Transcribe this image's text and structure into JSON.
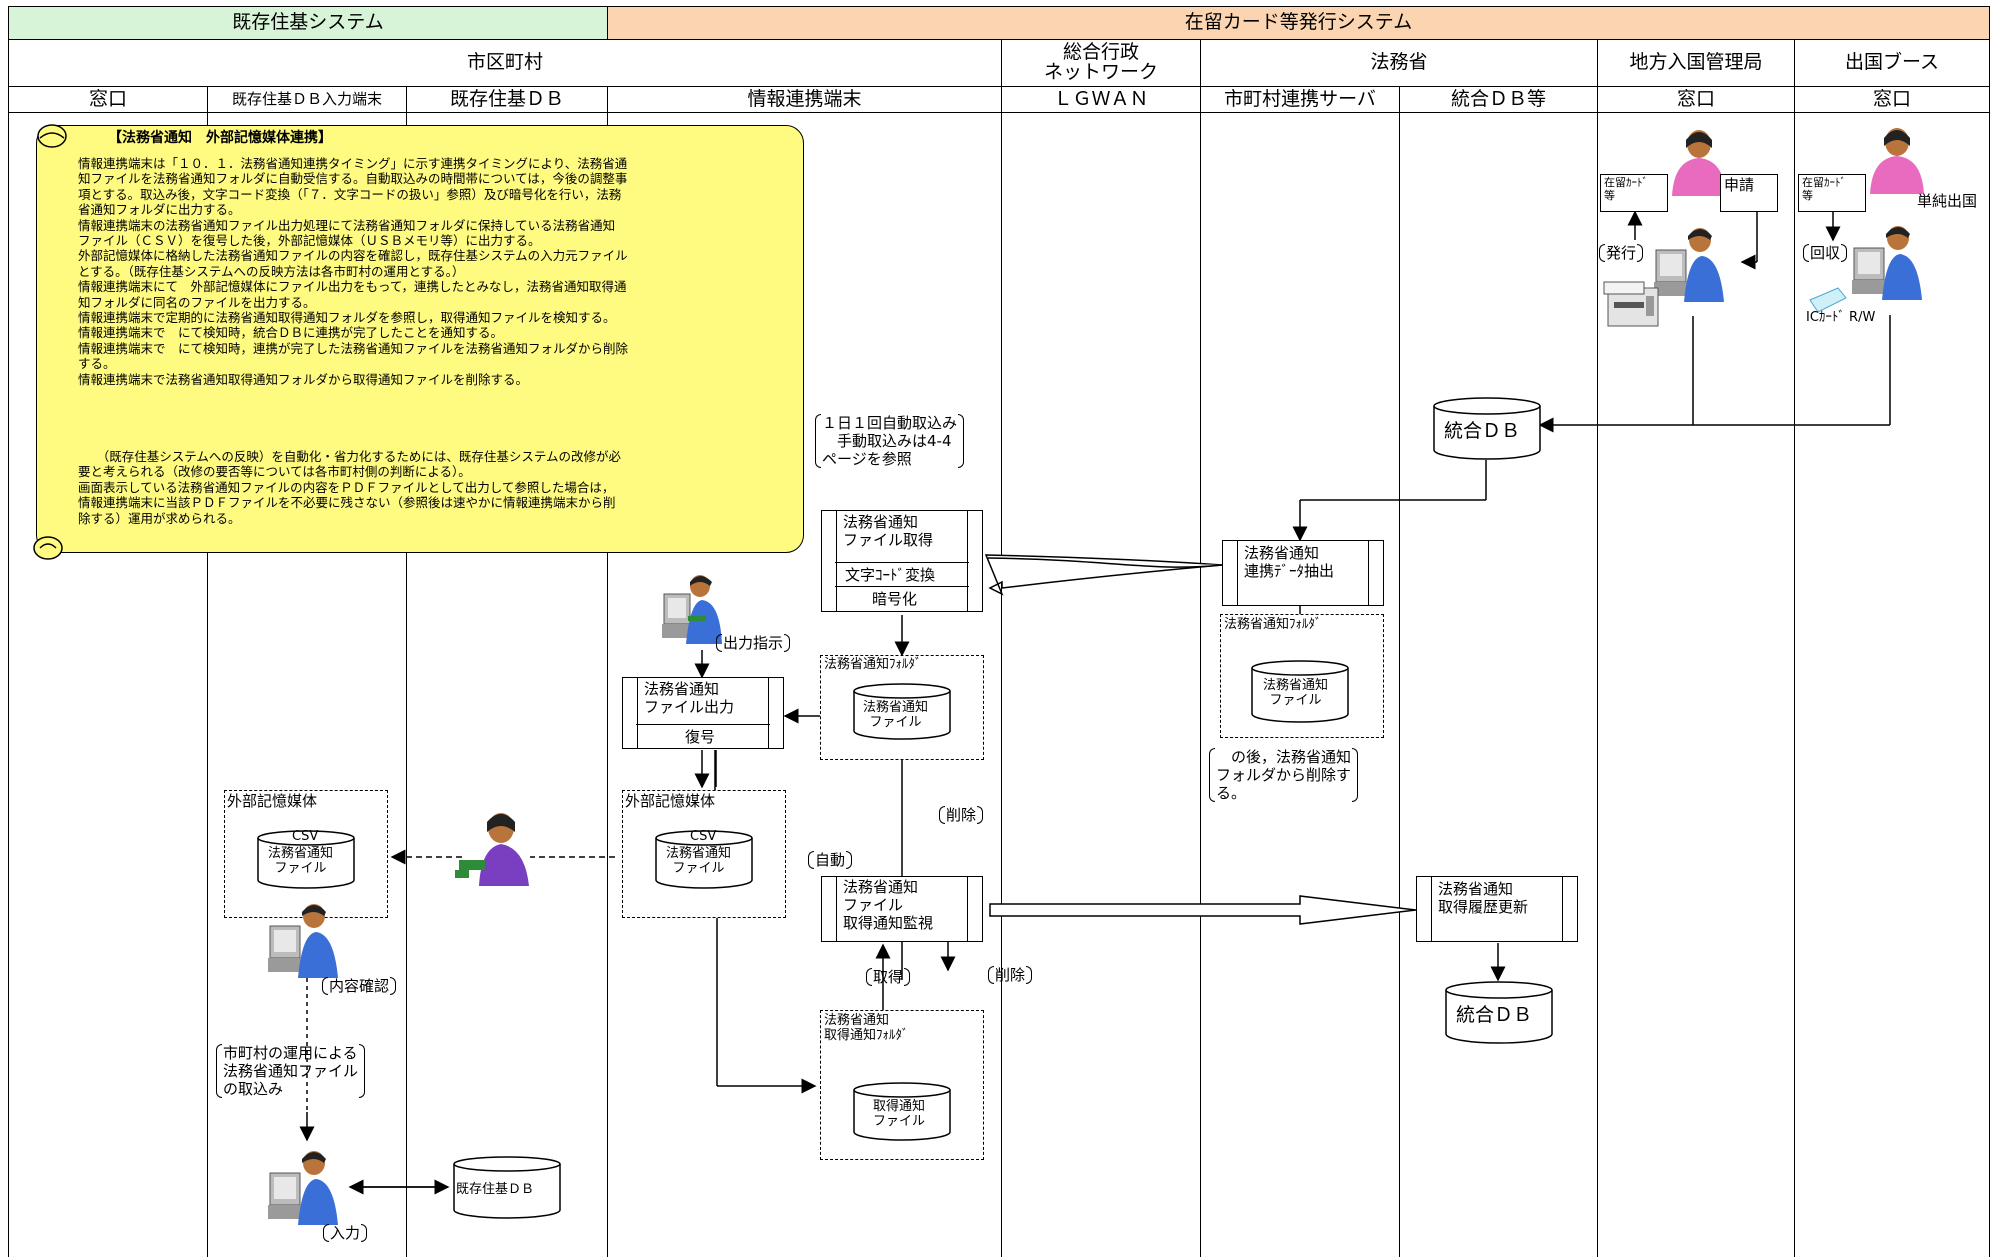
{
  "header": {
    "existing_system": "既存住基システム",
    "card_system": "在留カード等発行システム",
    "municipality": "市区町村",
    "lgwan_org": "総合行政\nネットワーク",
    "moj": "法務省",
    "regional_bureau": "地方入国管理局",
    "departure_booth": "出国ブース"
  },
  "lanes": {
    "madoguchi": "窓口",
    "input_terminal": "既存住基ＤＢ入力端末",
    "existing_db": "既存住基ＤＢ",
    "info_terminal": "情報連携端末",
    "lgwan": "ＬＧＷＡＮ",
    "link_server": "市町村連携サーバ",
    "integrated_db_etc": "統合ＤＢ等",
    "bureau_window": "窓口",
    "booth_window": "窓口"
  },
  "note": {
    "title": "【法務省通知　外部記憶媒体連携】",
    "body": "情報連携端末は「１０．１．法務省通知連携タイミング」に示す連携タイミングにより、法務省通\n知ファイルを法務省通知フォルダに自動受信する。自動取込みの時間帯については，今後の調整事\n項とする。取込み後，文字コード変換（「７．文字コードの扱い」参照）及び暗号化を行い，法務\n省通知フォルダに出力する。\n情報連携端末の法務省通知ファイル出力処理にて法務省通知フォルダに保持している法務省通知\nファイル（ＣＳＶ）を復号した後，外部記憶媒体（ＵＳＢメモリ等）に出力する。\n外部記憶媒体に格納した法務省通知ファイルの内容を確認し，既存住基システムの入力元ファイル\nとする。（既存住基システムへの反映方法は各市町村の運用とする。）\n情報連携端末にて　外部記憶媒体にファイル出力をもって，連携したとみなし，法務省通知取得通\n知フォルダに同名のファイルを出力する。\n情報連携端末で定期的に法務省通知取得通知フォルダを参照し，取得通知ファイルを検知する。\n情報連携端末で　にて検知時，統合ＤＢに連携が完了したことを通知する。\n情報連携端末で　にて検知時，連携が完了した法務省通知ファイルを法務省通知フォルダから削除\nする。\n情報連携端末で法務省通知取得通知フォルダから取得通知ファイルを削除する。",
    "body2": "　　（既存住基システムへの反映）を自動化・省力化するためには、既存住基システムの改修が必\n要と考えられる（改修の要否等については各市町村側の判断による）。\n画面表示している法務省通知ファイルの内容をＰＤＦファイルとして出力して参照した場合は，\n情報連携端末に当該ＰＤＦファイルを不必要に残さない（参照後は速やかに情報連携端末から削\n除する）運用が求められる。"
  },
  "labels": {
    "daily_auto": "１日１回自動取込み\n　手動取込みは4-4\nページを参照",
    "moj_file_get": "法務省通知\nファイル取得",
    "char_convert": "文字ｺｰﾄﾞ変換",
    "encrypt": "暗号化",
    "extract": "法務省通知\n連携ﾃﾞｰﾀ抽出",
    "server_folder": "法務省通知ﾌｫﾙﾀﾞ",
    "server_file": "法務省通知\nファイル",
    "server_delete_note": "　の後，法務省通知\nフォルダから削除す\nる。",
    "output_instruction": "出力指示",
    "terminal_folder": "法務省通知ﾌｫﾙﾀﾞ",
    "terminal_file": "法務省通知\nファイル",
    "file_output": "法務省通知\nファイル出力",
    "decrypt": "復号",
    "ext_media_left": "外部記憶媒体",
    "ext_media_right": "外部記憶媒体",
    "csv_left": "CSV",
    "csv_file_left": "法務省通知\nファイル",
    "csv_right": "CSV",
    "csv_file_right": "法務省通知\nファイル",
    "delete1": "削除",
    "auto": "自動",
    "monitor": "法務省通知\nファイル\n取得通知監視",
    "get": "取得",
    "delete2": "削除",
    "ack_folder": "法務省通知\n取得通知ﾌｫﾙﾀﾞ",
    "ack_file": "取得通知\nファイル",
    "history_update": "法務省通知\n取得履歴更新",
    "integrated_db_top": "統合ＤＢ",
    "integrated_db_bottom": "統合ＤＢ",
    "content_check": "内容確認",
    "import_note": "市町村の運用による\n法務省通知ファイル\nの取込み",
    "existing_db_small": "既存住基ＤＢ",
    "input": "入力",
    "zairyu_card_a": "在留ｶｰﾄﾞ\n等",
    "apply": "申請",
    "issue": "発行",
    "zairyu_card_b": "在留ｶｰﾄﾞ\n等",
    "simple_departure": "単純出国",
    "collect": "回収",
    "ic_card_rw": "ICｶｰﾄﾞ R/W"
  },
  "colors": {
    "green_header": "#d8f4d8",
    "orange_header": "#fbd5b2",
    "note_yellow": "#fffb80",
    "person_skin": "#b8743a",
    "person_blue": "#3a6fd8",
    "person_pink": "#e86bc0"
  }
}
